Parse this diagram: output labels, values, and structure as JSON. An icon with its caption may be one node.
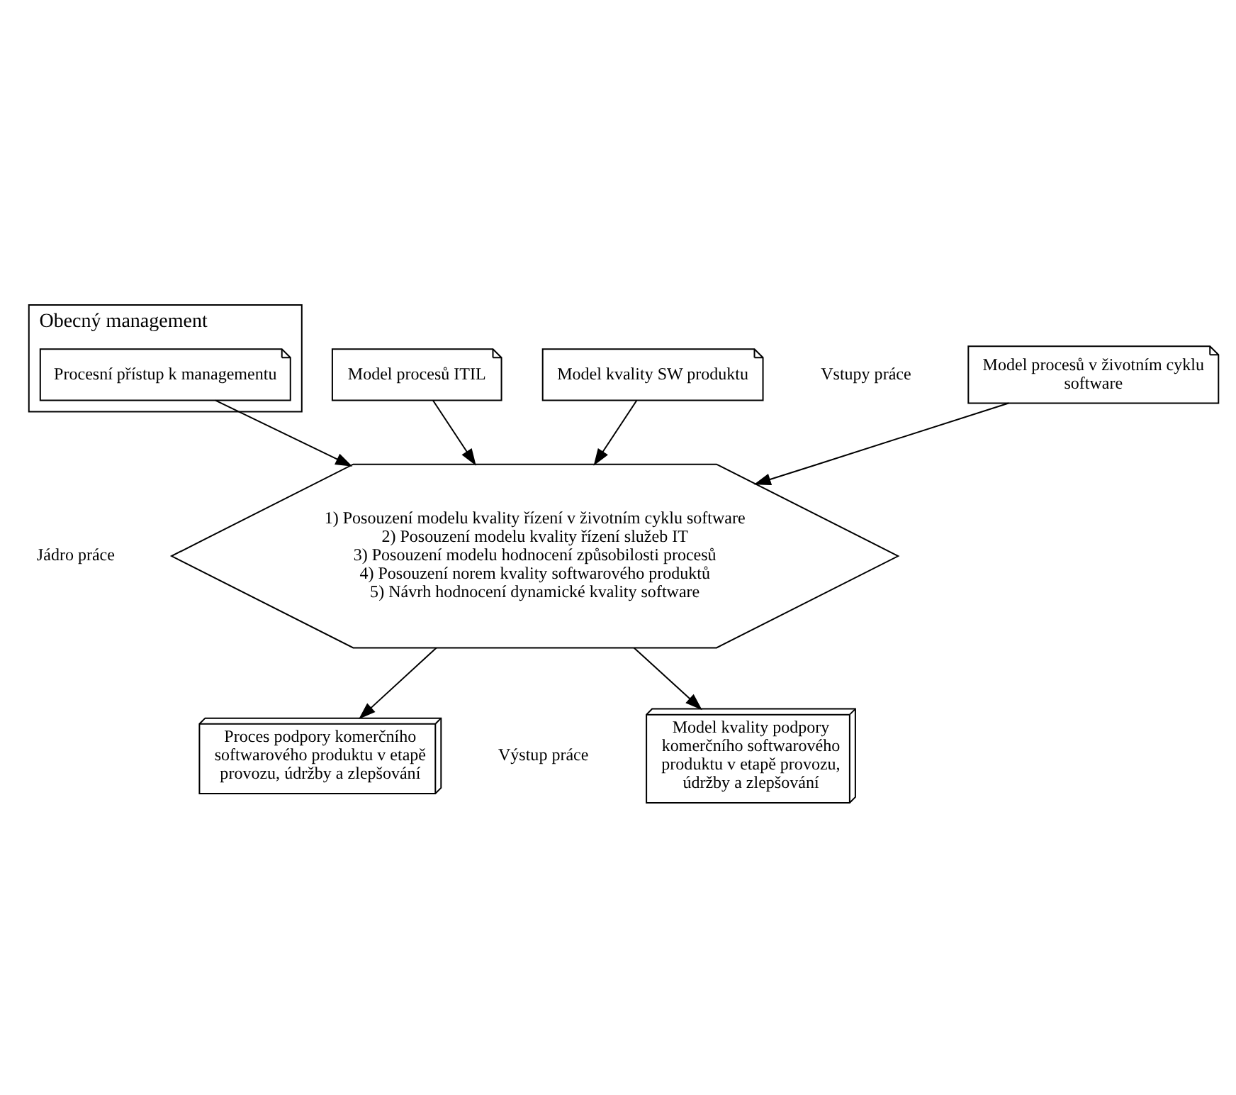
{
  "diagram": {
    "nodes": [
      {
        "text": [
          "Model procesů v životním cyklu software"
        ]
      },
      {
        "text": [
          "Obecný management"
        ]
      },
      {
        "text": [
          "Procesní přístup k managementu"
        ],
        "in": 1
      },
      {
        "text": [
          "Model procesů ITIL"
        ]
      },
      {
        "text": [
          "Model kvality SW produktu"
        ]
      },
      {
        "text": [
          "1) Posouzení modelu kvality řízení v životním cyklu software",
          "2) Posouzení modelu kvality řízení služeb IT",
          "3) Posouzení modelu hodnocení způsobilosti procesů",
          "4) Posouzení norem kvality softwarového produktů",
          "5) Návrh hodnocení dynamické kvality software"
        ]
      },
      {
        "text": [
          "Model kvality podpory komerčního softwarového produktu v etapě provozu, údržby a zlepšování"
        ]
      },
      {
        "text": [
          "Proces podpory komerčního softwarového produktu v etapě provozu, údržby a zlepšování"
        ]
      }
    ],
    "edges": [
      {
        "from": 0,
        "to": 5,
        "arrow": "to"
      },
      {
        "from": 2,
        "to": 5,
        "arrow": "to"
      },
      {
        "from": 3,
        "to": 5,
        "arrow": "to"
      },
      {
        "from": 4,
        "to": 5,
        "arrow": "to"
      },
      {
        "from": 5,
        "to": 6,
        "arrow": "to"
      },
      {
        "from": 5,
        "to": 7,
        "arrow": "to"
      }
    ],
    "labels": [
      "Vstupy práce",
      "Jádro práce",
      "Výstup práce"
    ]
  }
}
